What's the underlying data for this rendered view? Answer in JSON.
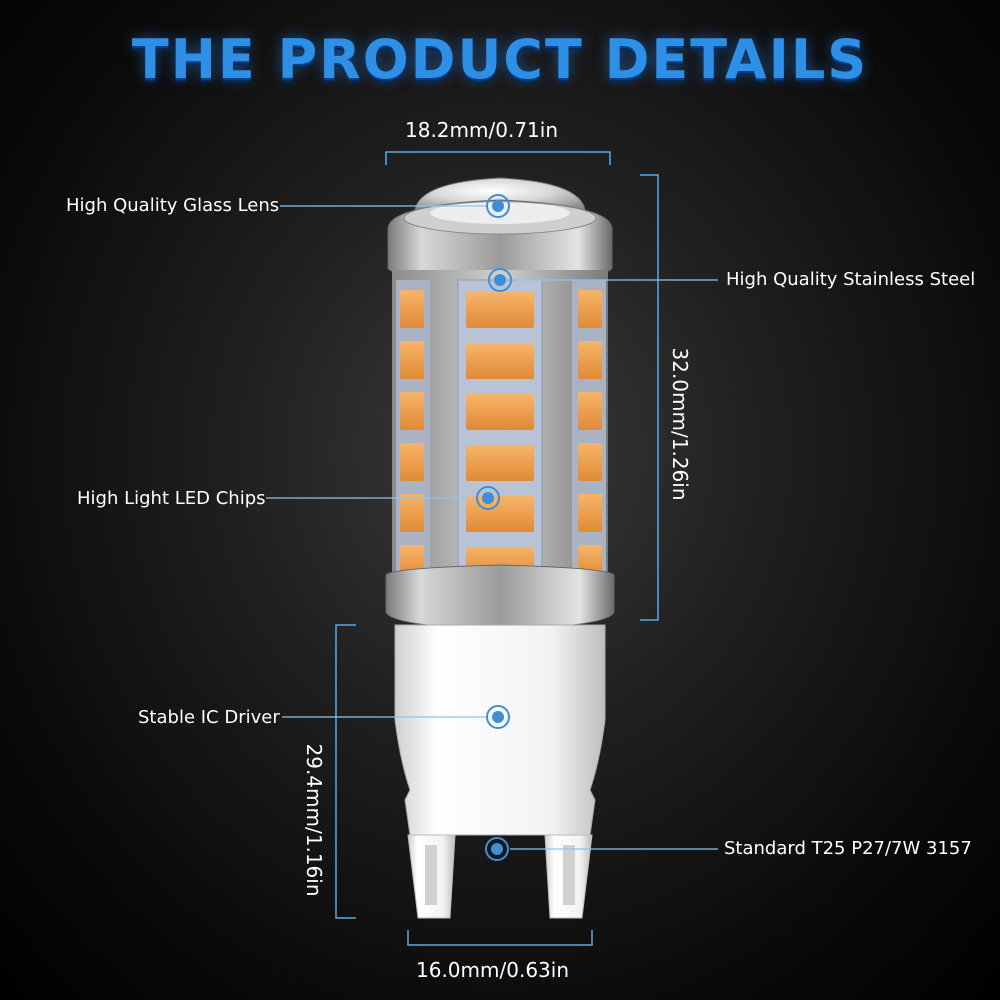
{
  "title": "THE PRODUCT DETAILS",
  "dimensions": {
    "top_width": "18.2mm/0.71in",
    "upper_height": "32.0mm/1.26in",
    "lower_height": "29.4mm/1.16in",
    "bottom_width": "16.0mm/0.63in"
  },
  "callouts": {
    "glass_lens": "High Quality Glass Lens",
    "stainless_steel": "High Quality Stainless Steel",
    "led_chips": "High Light LED Chips",
    "ic_driver": "Stable IC Driver",
    "standard": "Standard T25 P27/7W 3157"
  },
  "colors": {
    "title": "#2e8fe6",
    "led_chip": "#f0a050",
    "line": "#5aa9e6"
  }
}
